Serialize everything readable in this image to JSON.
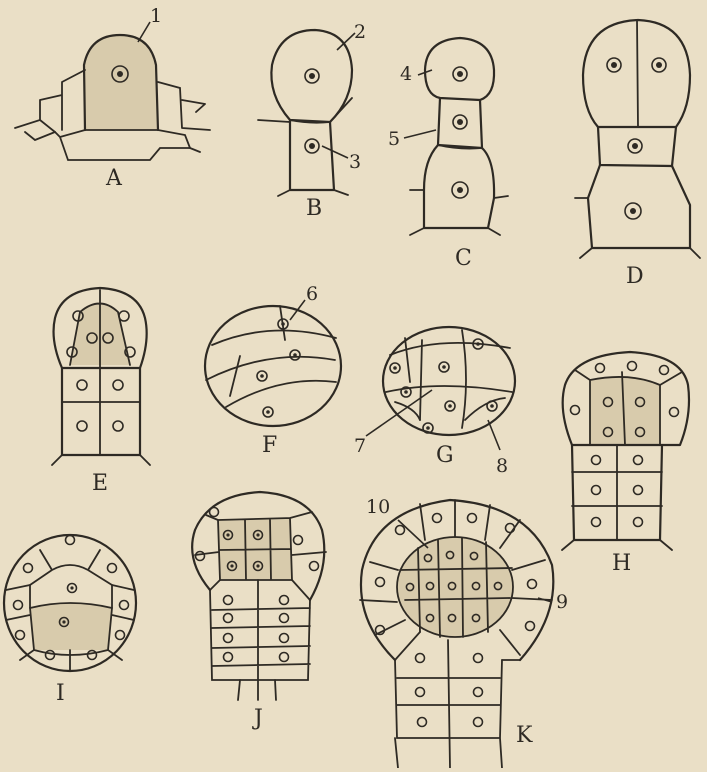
{
  "figure": {
    "panels": [
      "A",
      "B",
      "C",
      "D",
      "E",
      "F",
      "G",
      "H",
      "I",
      "J",
      "K"
    ],
    "callouts": [
      "1",
      "2",
      "3",
      "4",
      "5",
      "6",
      "7",
      "8",
      "9",
      "10"
    ]
  },
  "colors": {
    "paper": "#eadfc6",
    "ink": "#2e2a24",
    "stipple": "#c8b998"
  }
}
